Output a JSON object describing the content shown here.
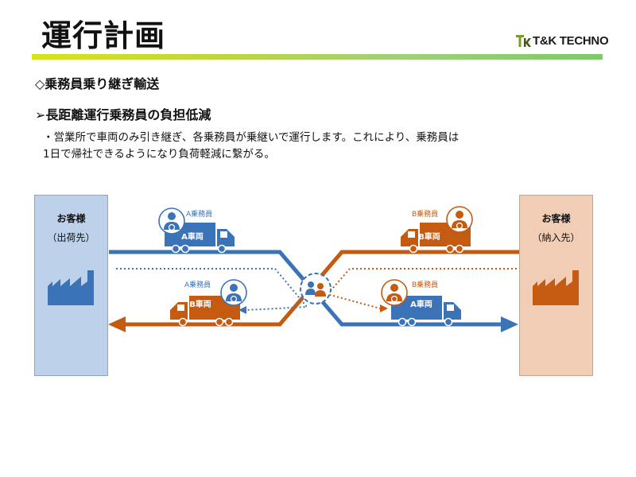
{
  "slide": {
    "title": "運行計画",
    "logo_text": "T&K TECHNO",
    "logo_mark": "TK",
    "heading1": "◇乗務員乗り継ぎ輸送",
    "heading2": "➢長距離運行乗務員の負担低減",
    "body_line1": "・営業所で車両のみ引き継ぎ、各乗務員が乗継いで運行します。これにより、乗務員は",
    "body_line2": "1日で帰社できるようになり負荷軽減に繋がる。"
  },
  "diagram": {
    "left_panel": {
      "label": "お客様",
      "sub": "（出荷先）",
      "icon": "factory-icon"
    },
    "right_panel": {
      "label": "お客様",
      "sub": "（納入先）",
      "icon": "factory-icon"
    },
    "trucks": [
      {
        "crew": "A乗務員",
        "vehicle": "A車両"
      },
      {
        "crew": "B乗務員",
        "vehicle": "B車両"
      },
      {
        "crew": "A乗務員",
        "vehicle": "B車両"
      },
      {
        "crew": "B乗務員",
        "vehicle": "A車両"
      }
    ],
    "colors": {
      "blue": "#3a73b8",
      "orange": "#c55a11"
    }
  }
}
